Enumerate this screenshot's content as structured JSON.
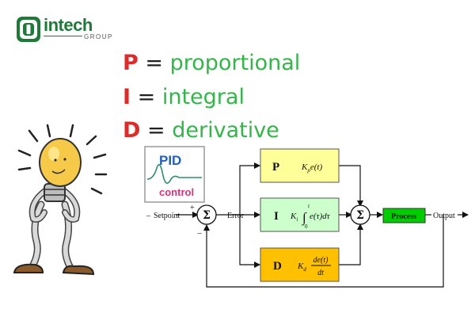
{
  "logo": {
    "wordmark": "intech",
    "subtitle": "GROUP"
  },
  "terms": [
    {
      "letter": "P",
      "eq": "=",
      "word": "proportional"
    },
    {
      "letter": "I",
      "eq": "=",
      "word": "integral"
    },
    {
      "letter": "D",
      "eq": "=",
      "word": "derivative"
    }
  ],
  "pid_card": {
    "title": "PID",
    "subtitle": "control"
  },
  "diagram": {
    "setpoint": "Setpoint",
    "plus": "+",
    "minus": "−",
    "sigma": "Σ",
    "error": "Error",
    "output": "Output",
    "process": "Process",
    "blocks": {
      "p": {
        "letter": "P",
        "K": "K",
        "sub": "p",
        "rest": "e(t)"
      },
      "i": {
        "letter": "I",
        "K": "K",
        "sub": "i",
        "upper": "t",
        "lower": "0",
        "rest": "e(τ)dτ"
      },
      "d": {
        "letter": "D",
        "K": "K",
        "sub": "d",
        "num": "de(t)",
        "den": "dt"
      }
    }
  },
  "colors": {
    "term_letter": "#e02a2a",
    "term_word": "#33b54a",
    "logo_green": "#1f7a3a",
    "p_block": "#ffff99",
    "i_block": "#ccffcc",
    "d_block": "#ffc000",
    "process": "#00cc00",
    "card_title": "#1f5fbf",
    "card_subtitle": "#d6337a"
  }
}
